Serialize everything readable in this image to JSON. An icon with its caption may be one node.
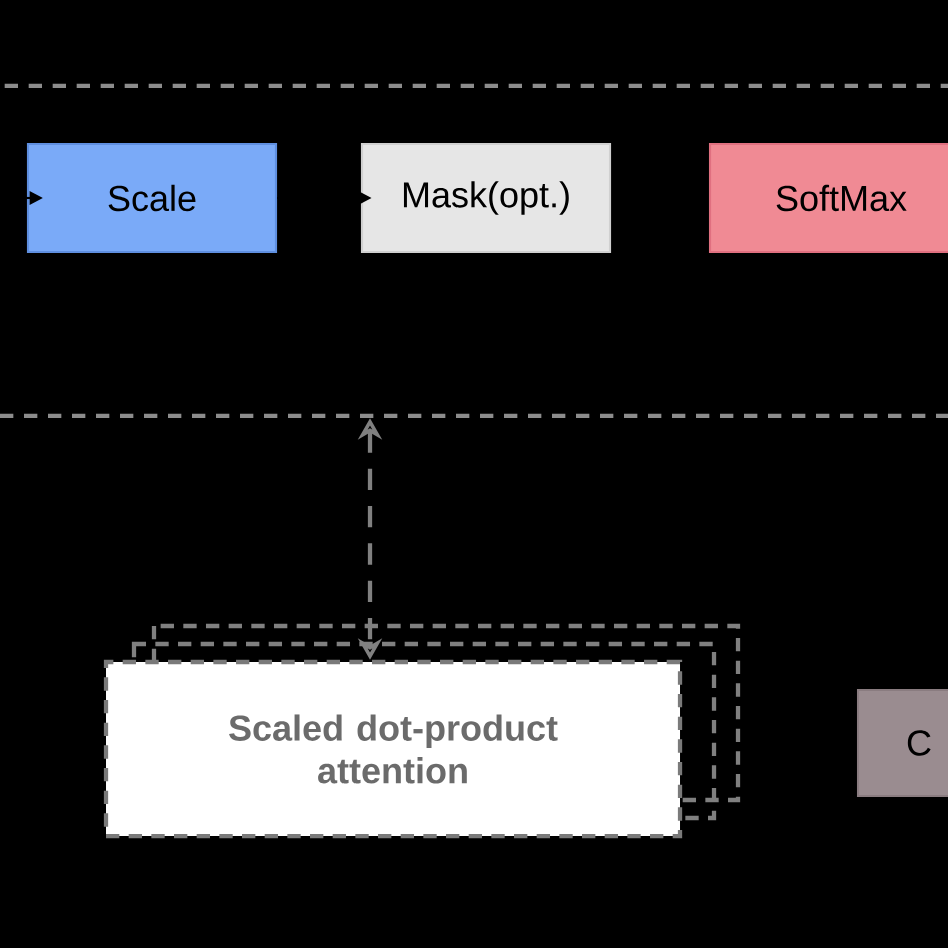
{
  "diagram": {
    "nodes": [
      {
        "text": [],
        "shape": "box"
      },
      {
        "text": [
          "Scale"
        ],
        "in": 0
      },
      {
        "text": [
          "Mask(opt.)"
        ],
        "in": 0
      },
      {
        "text": [
          "SoftMax"
        ],
        "in": 0
      },
      {
        "text": [
          "Scaled dot-product attention"
        ]
      },
      {
        "text": [
          "C"
        ]
      }
    ],
    "edges": [
      {
        "from": null,
        "to": 1,
        "arrow": "to"
      },
      {
        "from": 1,
        "to": 2,
        "arrow": "to"
      },
      {
        "from": 0,
        "to": 4,
        "arrow": "both",
        "style": "dashed",
        "color": "#808080"
      }
    ]
  }
}
